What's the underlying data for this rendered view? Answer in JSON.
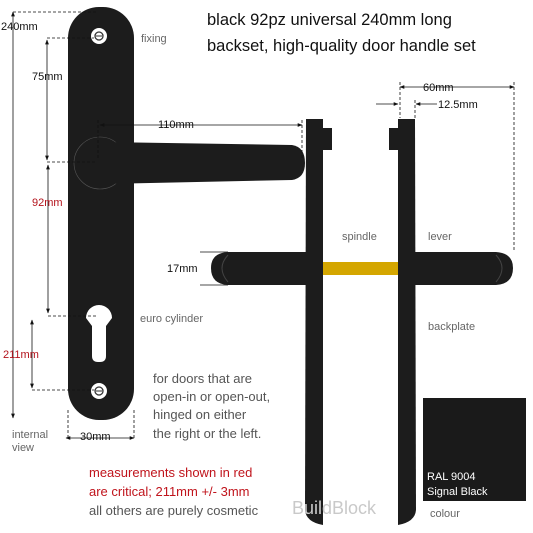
{
  "title": {
    "line1": "black  92pz   universal   240mm long",
    "line2": "backset, high-quality door handle set"
  },
  "dimensions": {
    "overall_height": "240mm",
    "top_to_lever": "75mm",
    "lever_to_cylinder": "92mm",
    "lever_length": "110mm",
    "bottom_to_cylinder": "211mm",
    "plate_width": "30mm",
    "projection": "60mm",
    "plate_thickness": "12.5mm",
    "lever_diameter": "17mm"
  },
  "labels": {
    "fixing": "fixing",
    "euro_cylinder": "euro cylinder",
    "spindle": "spindle",
    "lever": "lever",
    "backplate": "backplate",
    "internal_view_1": "internal",
    "internal_view_2": "view",
    "colour": "colour"
  },
  "notes": {
    "doors": [
      "for doors that are",
      "open-in or open-out,",
      "hinged on either",
      "the right or the left."
    ],
    "critical": [
      "measurements shown in red",
      "are critical;  211mm  +/- 3mm"
    ],
    "cosmetic": "all others are purely cosmetic"
  },
  "swatch": {
    "code": "RAL 9004",
    "name": "Signal Black",
    "color": "#1a1a1a"
  },
  "watermark": "BuildBlock",
  "colors": {
    "handle": "#1c1c1c",
    "spindle": "#d4a600",
    "critical": "#b3121b"
  }
}
